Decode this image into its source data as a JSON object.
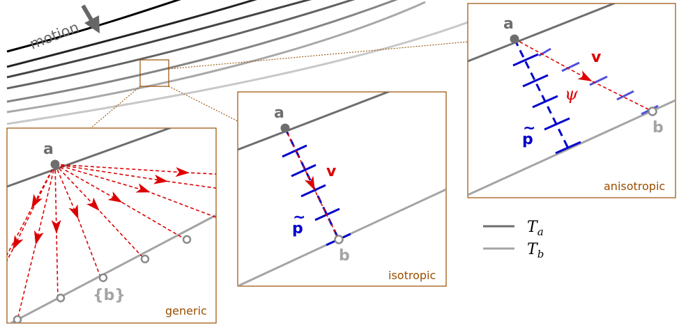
{
  "motion_label": "motion",
  "panels": {
    "generic": {
      "title": "generic",
      "point_a": "a",
      "set_b": "{b}"
    },
    "isotropic": {
      "title": "isotropic",
      "point_a": "a",
      "point_b": "b",
      "vector_v": "v",
      "vector_p": "p",
      "tilde": "~"
    },
    "anisotropic": {
      "title": "anisotropic",
      "point_a": "a",
      "point_b": "b",
      "vector_v": "v",
      "vector_p": "p",
      "tilde": "~",
      "angle": "ψ"
    }
  },
  "legend": {
    "items": [
      {
        "symbol": "T",
        "subscript": "a",
        "color": "#6e6e6e"
      },
      {
        "symbol": "T",
        "subscript": "b",
        "color": "#a4a4a4"
      }
    ]
  },
  "colors": {
    "frame": "#9a4d00",
    "panel_label": "#9a4d00",
    "vector_red": "#dd0000",
    "vector_blue": "#0000cc",
    "front_a": "#6e6e6e",
    "front_b": "#a4a4a4"
  }
}
